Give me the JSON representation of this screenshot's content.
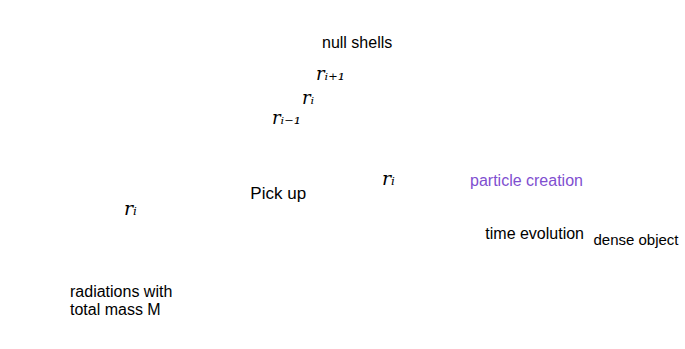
{
  "diagram": {
    "nodes": [
      {
        "text": [
          "radiations with total mass M"
        ]
      },
      {
        "text": [
          "rᵢ"
        ],
        "in": 0
      },
      {
        "text": [
          "rᵢ"
        ]
      },
      {
        "text": [
          "dense object"
        ]
      }
    ],
    "edges": [
      {
        "from": 1,
        "to": 2,
        "arrow": "to",
        "label": "Pick up"
      },
      {
        "from": 2,
        "to": 3,
        "arrow": "to",
        "label": "time evolution"
      }
    ],
    "labels": [
      "null shells",
      "rᵢ₊₁",
      "rᵢ",
      "rᵢ₋₁",
      "particle creation"
    ]
  }
}
